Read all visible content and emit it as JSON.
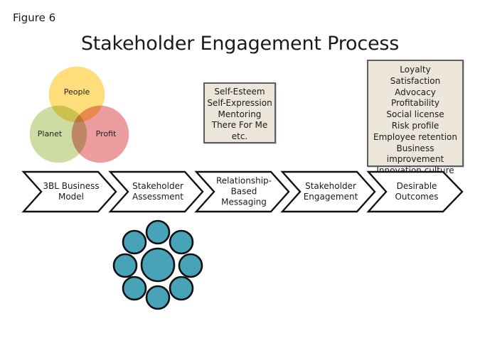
{
  "figure_label": "Figure 6",
  "title": "Stakeholder Engagement Process",
  "venn": {
    "circles": [
      {
        "label": "People",
        "color": "#fedd74"
      },
      {
        "label": "Planet",
        "color": "#c6d895"
      },
      {
        "label": "Profit",
        "color": "#e88c8e"
      }
    ]
  },
  "values_box": {
    "items": [
      "Self-Esteem",
      "Self-Expression",
      "Mentoring",
      "There For Me",
      "etc."
    ]
  },
  "outcomes_box": {
    "items": [
      "Loyalty",
      "Satisfaction",
      "Advocacy",
      "Profitability",
      "Social license",
      "Risk profile",
      "Employee retention",
      "Business improvement",
      "Innovation culture"
    ]
  },
  "process_steps": [
    {
      "lines": [
        "3BL Business",
        "Model"
      ]
    },
    {
      "lines": [
        "Stakeholder",
        "Assessment"
      ]
    },
    {
      "lines": [
        "Relationship-",
        "Based",
        "Messaging"
      ]
    },
    {
      "lines": [
        "Stakeholder",
        "Engagement"
      ]
    },
    {
      "lines": [
        "Desirable",
        "Outcomes"
      ]
    }
  ],
  "colors": {
    "box_fill": "#ede6da",
    "cluster_fill": "#48a2b8"
  }
}
